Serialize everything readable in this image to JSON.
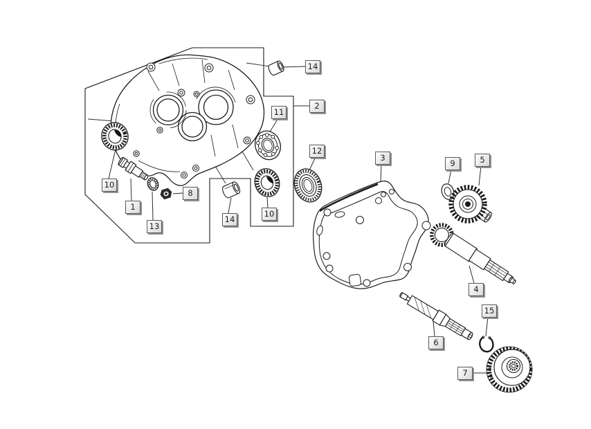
{
  "diagram": {
    "type": "exploded-parts-diagram",
    "background_color": "#ffffff",
    "line_color": "#1a1a1a",
    "callout_style": {
      "face_color": "#e9e9e9",
      "border_color": "#5a5a5a",
      "shadow_color": "#8f8f8f",
      "text_color": "#1c1c1c"
    },
    "callouts": [
      {
        "id": "14-top",
        "text": "14"
      },
      {
        "id": "2",
        "text": "2"
      },
      {
        "id": "11",
        "text": "11"
      },
      {
        "id": "12",
        "text": "12"
      },
      {
        "id": "3",
        "text": "3"
      },
      {
        "id": "9",
        "text": "9"
      },
      {
        "id": "5",
        "text": "5"
      },
      {
        "id": "10-left",
        "text": "10"
      },
      {
        "id": "1",
        "text": "1"
      },
      {
        "id": "13",
        "text": "13"
      },
      {
        "id": "8",
        "text": "8"
      },
      {
        "id": "14-bottom",
        "text": "14"
      },
      {
        "id": "10-right",
        "text": "10"
      },
      {
        "id": "4",
        "text": "4"
      },
      {
        "id": "6",
        "text": "6"
      },
      {
        "id": "15",
        "text": "15"
      },
      {
        "id": "7",
        "text": "7"
      }
    ]
  }
}
